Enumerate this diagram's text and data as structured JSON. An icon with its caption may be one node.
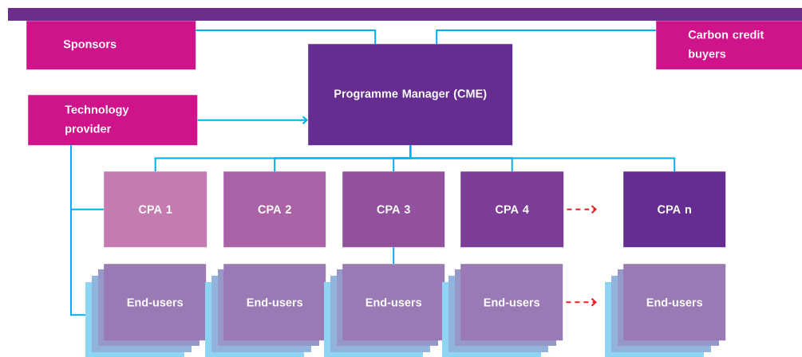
{
  "diagram": {
    "nodes": [
      {
        "text": [
          "Sponsors"
        ]
      },
      {
        "text": [
          "Carbon credit buyers"
        ]
      },
      {
        "text": [
          "Technology provider"
        ]
      },
      {
        "text": [
          "Programme Manager (CME)"
        ]
      },
      {
        "text": [
          "CPA 1"
        ]
      },
      {
        "text": [
          "CPA 2"
        ]
      },
      {
        "text": [
          "CPA 3"
        ]
      },
      {
        "text": [
          "CPA 4"
        ]
      },
      {
        "text": [
          "CPA n"
        ]
      },
      {
        "text": [
          "End-users"
        ]
      },
      {
        "text": [
          "End-users"
        ]
      },
      {
        "text": [
          "End-users"
        ]
      },
      {
        "text": [
          "End-users"
        ]
      },
      {
        "text": [
          "End-users"
        ]
      }
    ],
    "edges": [
      {
        "from": 0,
        "to": 3,
        "arrow": "none"
      },
      {
        "from": 1,
        "to": 3,
        "arrow": "none"
      },
      {
        "from": 2,
        "to": 3,
        "arrow": "to"
      },
      {
        "from": 3,
        "to": 4,
        "arrow": "none"
      },
      {
        "from": 3,
        "to": 5,
        "arrow": "none"
      },
      {
        "from": 3,
        "to": 6,
        "arrow": "none"
      },
      {
        "from": 3,
        "to": 7,
        "arrow": "none"
      },
      {
        "from": 3,
        "to": 8,
        "arrow": "none"
      },
      {
        "from": 6,
        "to": 11,
        "arrow": "none"
      },
      {
        "from": 2,
        "to": 4,
        "arrow": "none"
      },
      {
        "from": 2,
        "to": 9,
        "arrow": "none"
      },
      {
        "from": 7,
        "to": 8,
        "arrow": "to",
        "style": "dashed",
        "color": "#ee1c25"
      },
      {
        "from": 12,
        "to": 13,
        "arrow": "to",
        "style": "dashed",
        "color": "#ee1c25"
      }
    ]
  }
}
